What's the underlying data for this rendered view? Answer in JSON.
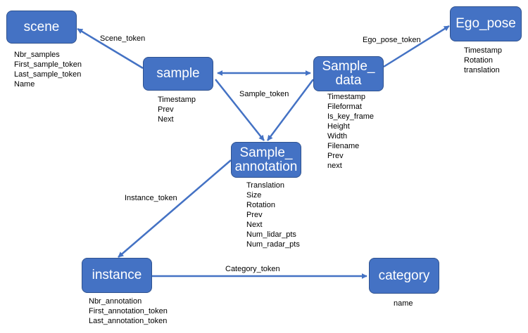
{
  "nodes": {
    "scene": {
      "label": "scene",
      "fields": [
        "Nbr_samples",
        "First_sample_token",
        "Last_sample_token",
        "Name"
      ]
    },
    "sample": {
      "label": "sample",
      "fields": [
        "Timestamp",
        "Prev",
        "Next"
      ]
    },
    "sample_data": {
      "label": "Sample_\ndata",
      "fields": [
        "Timestamp",
        "Fileformat",
        "Is_key_frame",
        "Height",
        "Width",
        "Filename",
        "Prev",
        "next"
      ]
    },
    "ego_pose": {
      "label": "Ego_pose",
      "fields": [
        "Timestamp",
        "Rotation",
        "translation"
      ]
    },
    "sample_annotation": {
      "label": "Sample_\nannotation",
      "fields": [
        "Translation",
        "Size",
        "Rotation",
        "Prev",
        "Next",
        "Num_lidar_pts",
        "Num_radar_pts"
      ]
    },
    "instance": {
      "label": "instance",
      "fields": [
        "Nbr_annotation",
        "First_annotation_token",
        "Last_annotation_token"
      ]
    },
    "category": {
      "label": "category",
      "fields": [
        "name"
      ]
    }
  },
  "edges": {
    "scene_token": "Scene_token",
    "ego_pose_token": "Ego_pose_token",
    "sample_token": "Sample_token",
    "instance_token": "Instance_token",
    "category_token": "Category_token"
  },
  "colors": {
    "node_fill": "#4472c4",
    "node_border": "#2f528f",
    "arrow": "#4472c4"
  }
}
